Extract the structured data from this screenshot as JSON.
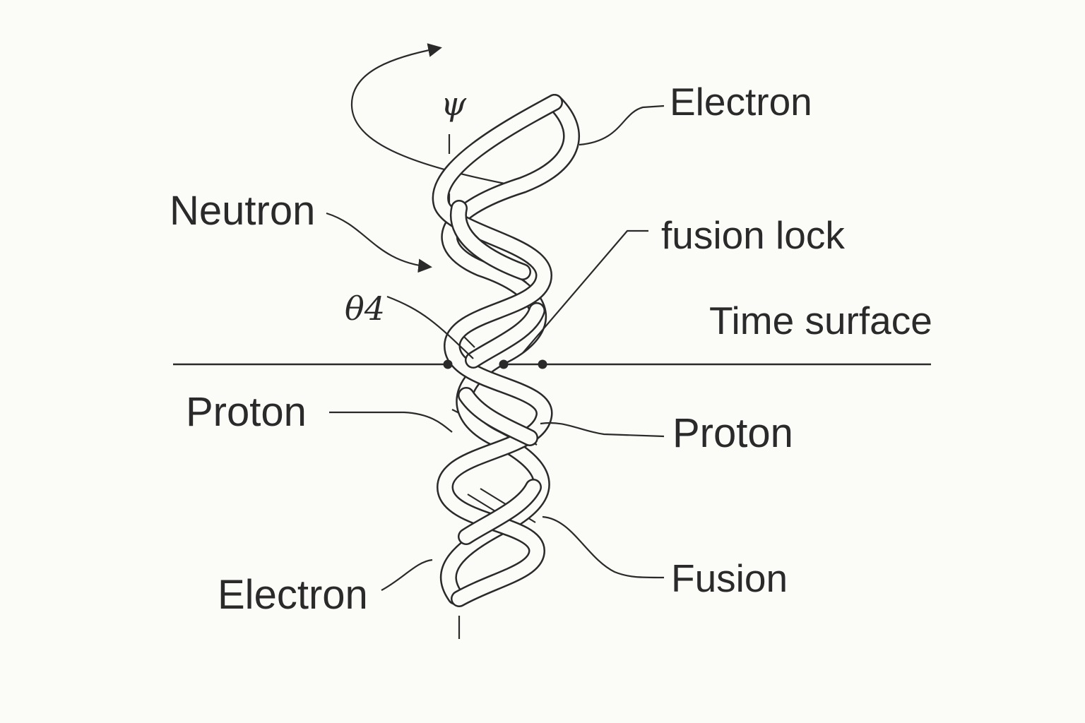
{
  "labels": {
    "electron_top": "Electron",
    "neutron": "Neutron",
    "fusion_lock": "fusion lock",
    "theta": "θ4",
    "psi": "ψ",
    "time_surface": "Time surface",
    "proton_left": "Proton",
    "proton_right": "Proton",
    "electron_bottom": "Electron",
    "fusion": "Fusion"
  },
  "colors": {
    "ink": "#2a2a2a",
    "background": "#fbfbf8"
  }
}
